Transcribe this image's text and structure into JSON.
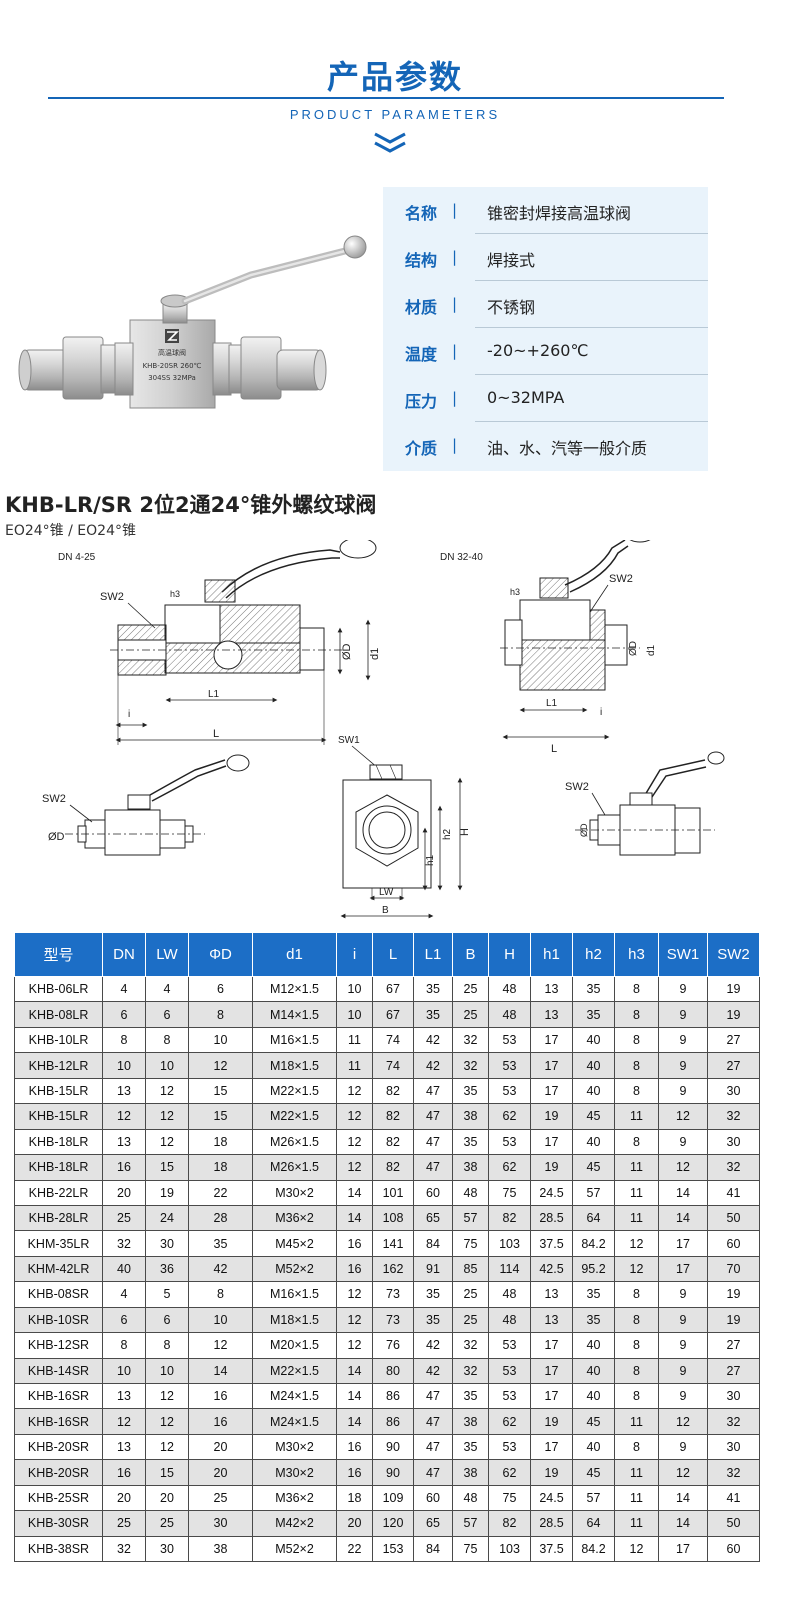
{
  "header": {
    "title": "产品参数",
    "subtitle": "PRODUCT PARAMETERS"
  },
  "photo": {
    "label_line1": "高温球阀",
    "label_line2": "KHB-20SR 260℃",
    "label_line3": "304SS 32MPa"
  },
  "params": [
    {
      "label": "名称",
      "sep": "|",
      "value": "锥密封焊接高温球阀"
    },
    {
      "label": "结构",
      "sep": "|",
      "value": "焊接式"
    },
    {
      "label": "材质",
      "sep": "|",
      "value": "不锈钢"
    },
    {
      "label": "温度",
      "sep": "|",
      "value": "-20~+260℃"
    },
    {
      "label": "压力",
      "sep": "|",
      "value": "0~32MPA"
    },
    {
      "label": "介质",
      "sep": "|",
      "value": "油、水、汽等一般介质"
    }
  ],
  "section": {
    "title": "KHB-LR/SR   2位2通24°锥外螺纹球阀",
    "subtitle": "EO24°锥 / EO24°锥"
  },
  "drawing_labels": {
    "dn_small": "DN 4-25",
    "dn_large": "DN 32-40",
    "sw1": "SW1",
    "sw2": "SW2",
    "h": "H",
    "h1": "h1",
    "h2": "h2",
    "h3": "h3",
    "d": "ØD",
    "d1": "d1",
    "l": "L",
    "l1": "L1",
    "i": "i",
    "lw": "LW",
    "b": "B"
  },
  "colors": {
    "brand": "#1465b7",
    "header_bg": "#1c6ec6",
    "panel_bg": "#e9f3fb",
    "row_alt": "#e3e3e3"
  },
  "table": {
    "headers": [
      "型号",
      "DN",
      "LW",
      "ΦD",
      "d1",
      "i",
      "L",
      "L1",
      "B",
      "H",
      "h1",
      "h2",
      "h3",
      "SW1",
      "SW2"
    ],
    "rows": [
      [
        "KHB-06LR",
        "4",
        "4",
        "6",
        "M12×1.5",
        "10",
        "67",
        "35",
        "25",
        "48",
        "13",
        "35",
        "8",
        "9",
        "19"
      ],
      [
        "KHB-08LR",
        "6",
        "6",
        "8",
        "M14×1.5",
        "10",
        "67",
        "35",
        "25",
        "48",
        "13",
        "35",
        "8",
        "9",
        "19"
      ],
      [
        "KHB-10LR",
        "8",
        "8",
        "10",
        "M16×1.5",
        "11",
        "74",
        "42",
        "32",
        "53",
        "17",
        "40",
        "8",
        "9",
        "27"
      ],
      [
        "KHB-12LR",
        "10",
        "10",
        "12",
        "M18×1.5",
        "11",
        "74",
        "42",
        "32",
        "53",
        "17",
        "40",
        "8",
        "9",
        "27"
      ],
      [
        "KHB-15LR",
        "13",
        "12",
        "15",
        "M22×1.5",
        "12",
        "82",
        "47",
        "35",
        "53",
        "17",
        "40",
        "8",
        "9",
        "30"
      ],
      [
        "KHB-15LR",
        "12",
        "12",
        "15",
        "M22×1.5",
        "12",
        "82",
        "47",
        "38",
        "62",
        "19",
        "45",
        "11",
        "12",
        "32"
      ],
      [
        "KHB-18LR",
        "13",
        "12",
        "18",
        "M26×1.5",
        "12",
        "82",
        "47",
        "35",
        "53",
        "17",
        "40",
        "8",
        "9",
        "30"
      ],
      [
        "KHB-18LR",
        "16",
        "15",
        "18",
        "M26×1.5",
        "12",
        "82",
        "47",
        "38",
        "62",
        "19",
        "45",
        "11",
        "12",
        "32"
      ],
      [
        "KHB-22LR",
        "20",
        "19",
        "22",
        "M30×2",
        "14",
        "101",
        "60",
        "48",
        "75",
        "24.5",
        "57",
        "11",
        "14",
        "41"
      ],
      [
        "KHB-28LR",
        "25",
        "24",
        "28",
        "M36×2",
        "14",
        "108",
        "65",
        "57",
        "82",
        "28.5",
        "64",
        "11",
        "14",
        "50"
      ],
      [
        "KHM-35LR",
        "32",
        "30",
        "35",
        "M45×2",
        "16",
        "141",
        "84",
        "75",
        "103",
        "37.5",
        "84.2",
        "12",
        "17",
        "60"
      ],
      [
        "KHM-42LR",
        "40",
        "36",
        "42",
        "M52×2",
        "16",
        "162",
        "91",
        "85",
        "114",
        "42.5",
        "95.2",
        "12",
        "17",
        "70"
      ],
      [
        "KHB-08SR",
        "4",
        "5",
        "8",
        "M16×1.5",
        "12",
        "73",
        "35",
        "25",
        "48",
        "13",
        "35",
        "8",
        "9",
        "19"
      ],
      [
        "KHB-10SR",
        "6",
        "6",
        "10",
        "M18×1.5",
        "12",
        "73",
        "35",
        "25",
        "48",
        "13",
        "35",
        "8",
        "9",
        "19"
      ],
      [
        "KHB-12SR",
        "8",
        "8",
        "12",
        "M20×1.5",
        "12",
        "76",
        "42",
        "32",
        "53",
        "17",
        "40",
        "8",
        "9",
        "27"
      ],
      [
        "KHB-14SR",
        "10",
        "10",
        "14",
        "M22×1.5",
        "14",
        "80",
        "42",
        "32",
        "53",
        "17",
        "40",
        "8",
        "9",
        "27"
      ],
      [
        "KHB-16SR",
        "13",
        "12",
        "16",
        "M24×1.5",
        "14",
        "86",
        "47",
        "35",
        "53",
        "17",
        "40",
        "8",
        "9",
        "30"
      ],
      [
        "KHB-16SR",
        "12",
        "12",
        "16",
        "M24×1.5",
        "14",
        "86",
        "47",
        "38",
        "62",
        "19",
        "45",
        "11",
        "12",
        "32"
      ],
      [
        "KHB-20SR",
        "13",
        "12",
        "20",
        "M30×2",
        "16",
        "90",
        "47",
        "35",
        "53",
        "17",
        "40",
        "8",
        "9",
        "30"
      ],
      [
        "KHB-20SR",
        "16",
        "15",
        "20",
        "M30×2",
        "16",
        "90",
        "47",
        "38",
        "62",
        "19",
        "45",
        "11",
        "12",
        "32"
      ],
      [
        "KHB-25SR",
        "20",
        "20",
        "25",
        "M36×2",
        "18",
        "109",
        "60",
        "48",
        "75",
        "24.5",
        "57",
        "11",
        "14",
        "41"
      ],
      [
        "KHB-30SR",
        "25",
        "25",
        "30",
        "M42×2",
        "20",
        "120",
        "65",
        "57",
        "82",
        "28.5",
        "64",
        "11",
        "14",
        "50"
      ],
      [
        "KHB-38SR",
        "32",
        "30",
        "38",
        "M52×2",
        "22",
        "153",
        "84",
        "75",
        "103",
        "37.5",
        "84.2",
        "12",
        "17",
        "60"
      ]
    ]
  }
}
